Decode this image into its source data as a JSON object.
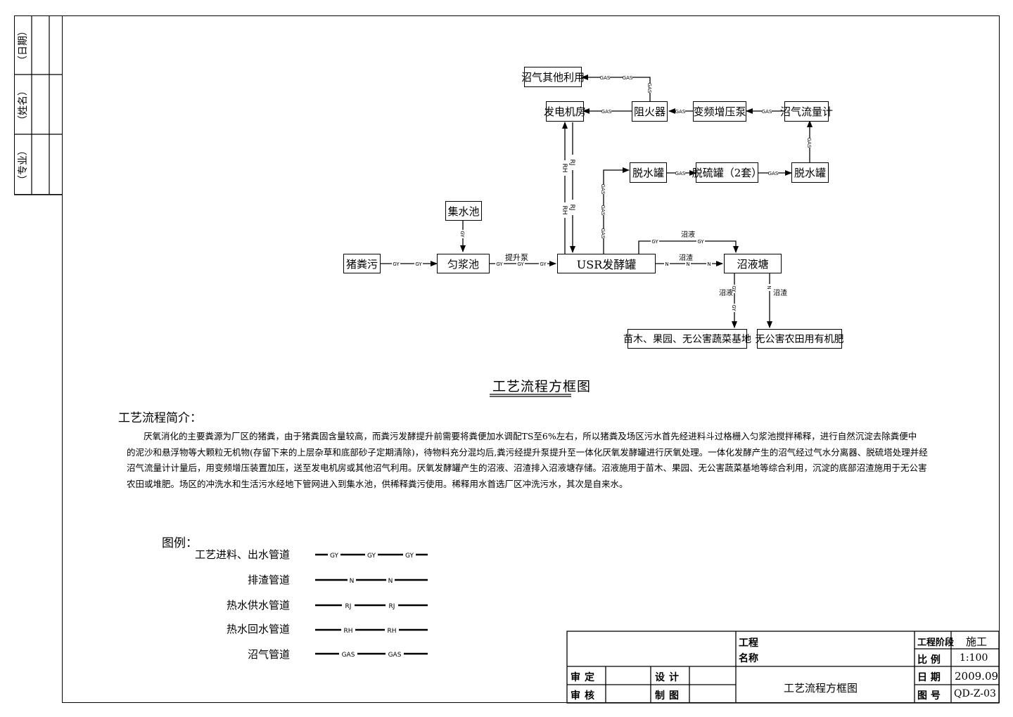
{
  "sidebar": {
    "date_label": "（日期）",
    "name_label": "（姓名）",
    "major_label": "（专业）"
  },
  "nodes": {
    "biogas_other_use": "沼气其他利用",
    "generator_room": "发电机房",
    "flame_arrester": "阻火器",
    "vf_booster_pump": "变频增压泵",
    "biogas_flow_meter": "沼气流量计",
    "dewater_tank_1": "脱水罐",
    "desulfurization_tank": "脱硫罐（2套）",
    "dewater_tank_2": "脱水罐",
    "collection_pool": "集水池",
    "pig_manure": "猪粪污",
    "mixing_pool": "匀浆池",
    "usr_tank": "USR发酵罐",
    "slurry_pond": "沼液塘",
    "nursery_farm": "苗木、果园、无公害蔬菜基地",
    "organic_fertilizer": "无公害农田用有机肥"
  },
  "pipe_tags": {
    "gy": "GY",
    "n": "N",
    "rj": "RJ",
    "rh": "RH",
    "gas": "GAS"
  },
  "edge_labels": {
    "lift_pump": "提升泵",
    "slurry_liquid": "沼液",
    "slurry_residue": "沼渣"
  },
  "diagram_title": "工艺流程方框图",
  "intro": {
    "heading": "工艺流程简介：",
    "lines": [
      "厌氧消化的主要粪源为厂区的猪粪，由于猪粪固含量较高，而粪污发酵提升前需要将粪便加水调配TS至6%左右，所以猪粪及场区污水首先经进料斗过格栅入匀浆池搅拌稀释，进行自然沉淀去除粪便中",
      "的泥沙和悬浮物等大颗粒无机物(存留下来的上层杂草和底部砂子定期清除)，待物料充分混均后,粪污经提升泵提升至一体化厌氧发酵罐进行厌氧处理。一体化发酵产生的沼气经过气水分离器、脱硫塔处理并经",
      "沼气流量计计量后，用变频增压装置加压，送至发电机房或其他沼气利用。厌氧发酵罐产生的沼液、沼渣排入沼液塘存储。沼液施用于苗木、果园、无公害蔬菜基地等综合利用，沉淀的底部沼渣施用于无公害",
      "农田或堆肥。场区的冲洗水和生活污水经地下管网进入到集水池，供稀释粪污使用。稀释用水首选厂区冲洗污水，其次是自来水。"
    ]
  },
  "legend": {
    "heading": "图例：",
    "items": [
      {
        "label": "工艺进料、出水管道",
        "tag": "GY"
      },
      {
        "label": "排渣管道",
        "tag": "N"
      },
      {
        "label": "热水供水管道",
        "tag": "RJ"
      },
      {
        "label": "热水回水管道",
        "tag": "RH"
      },
      {
        "label": "沼气管道",
        "tag": "GAS"
      }
    ]
  },
  "title_block": {
    "project_label_1": "工程",
    "project_label_2": "名称",
    "approve": "审定",
    "review": "审核",
    "design": "设计",
    "draw": "制图",
    "drawing_name": "工艺流程方框图",
    "stage_label": "工程阶段",
    "stage_value": "施工",
    "scale_label": "比  例",
    "scale_value": "1:100",
    "date_label": "日  期",
    "date_value": "2009.09",
    "number_label": "图  号",
    "number_value": "QD-Z-03"
  }
}
